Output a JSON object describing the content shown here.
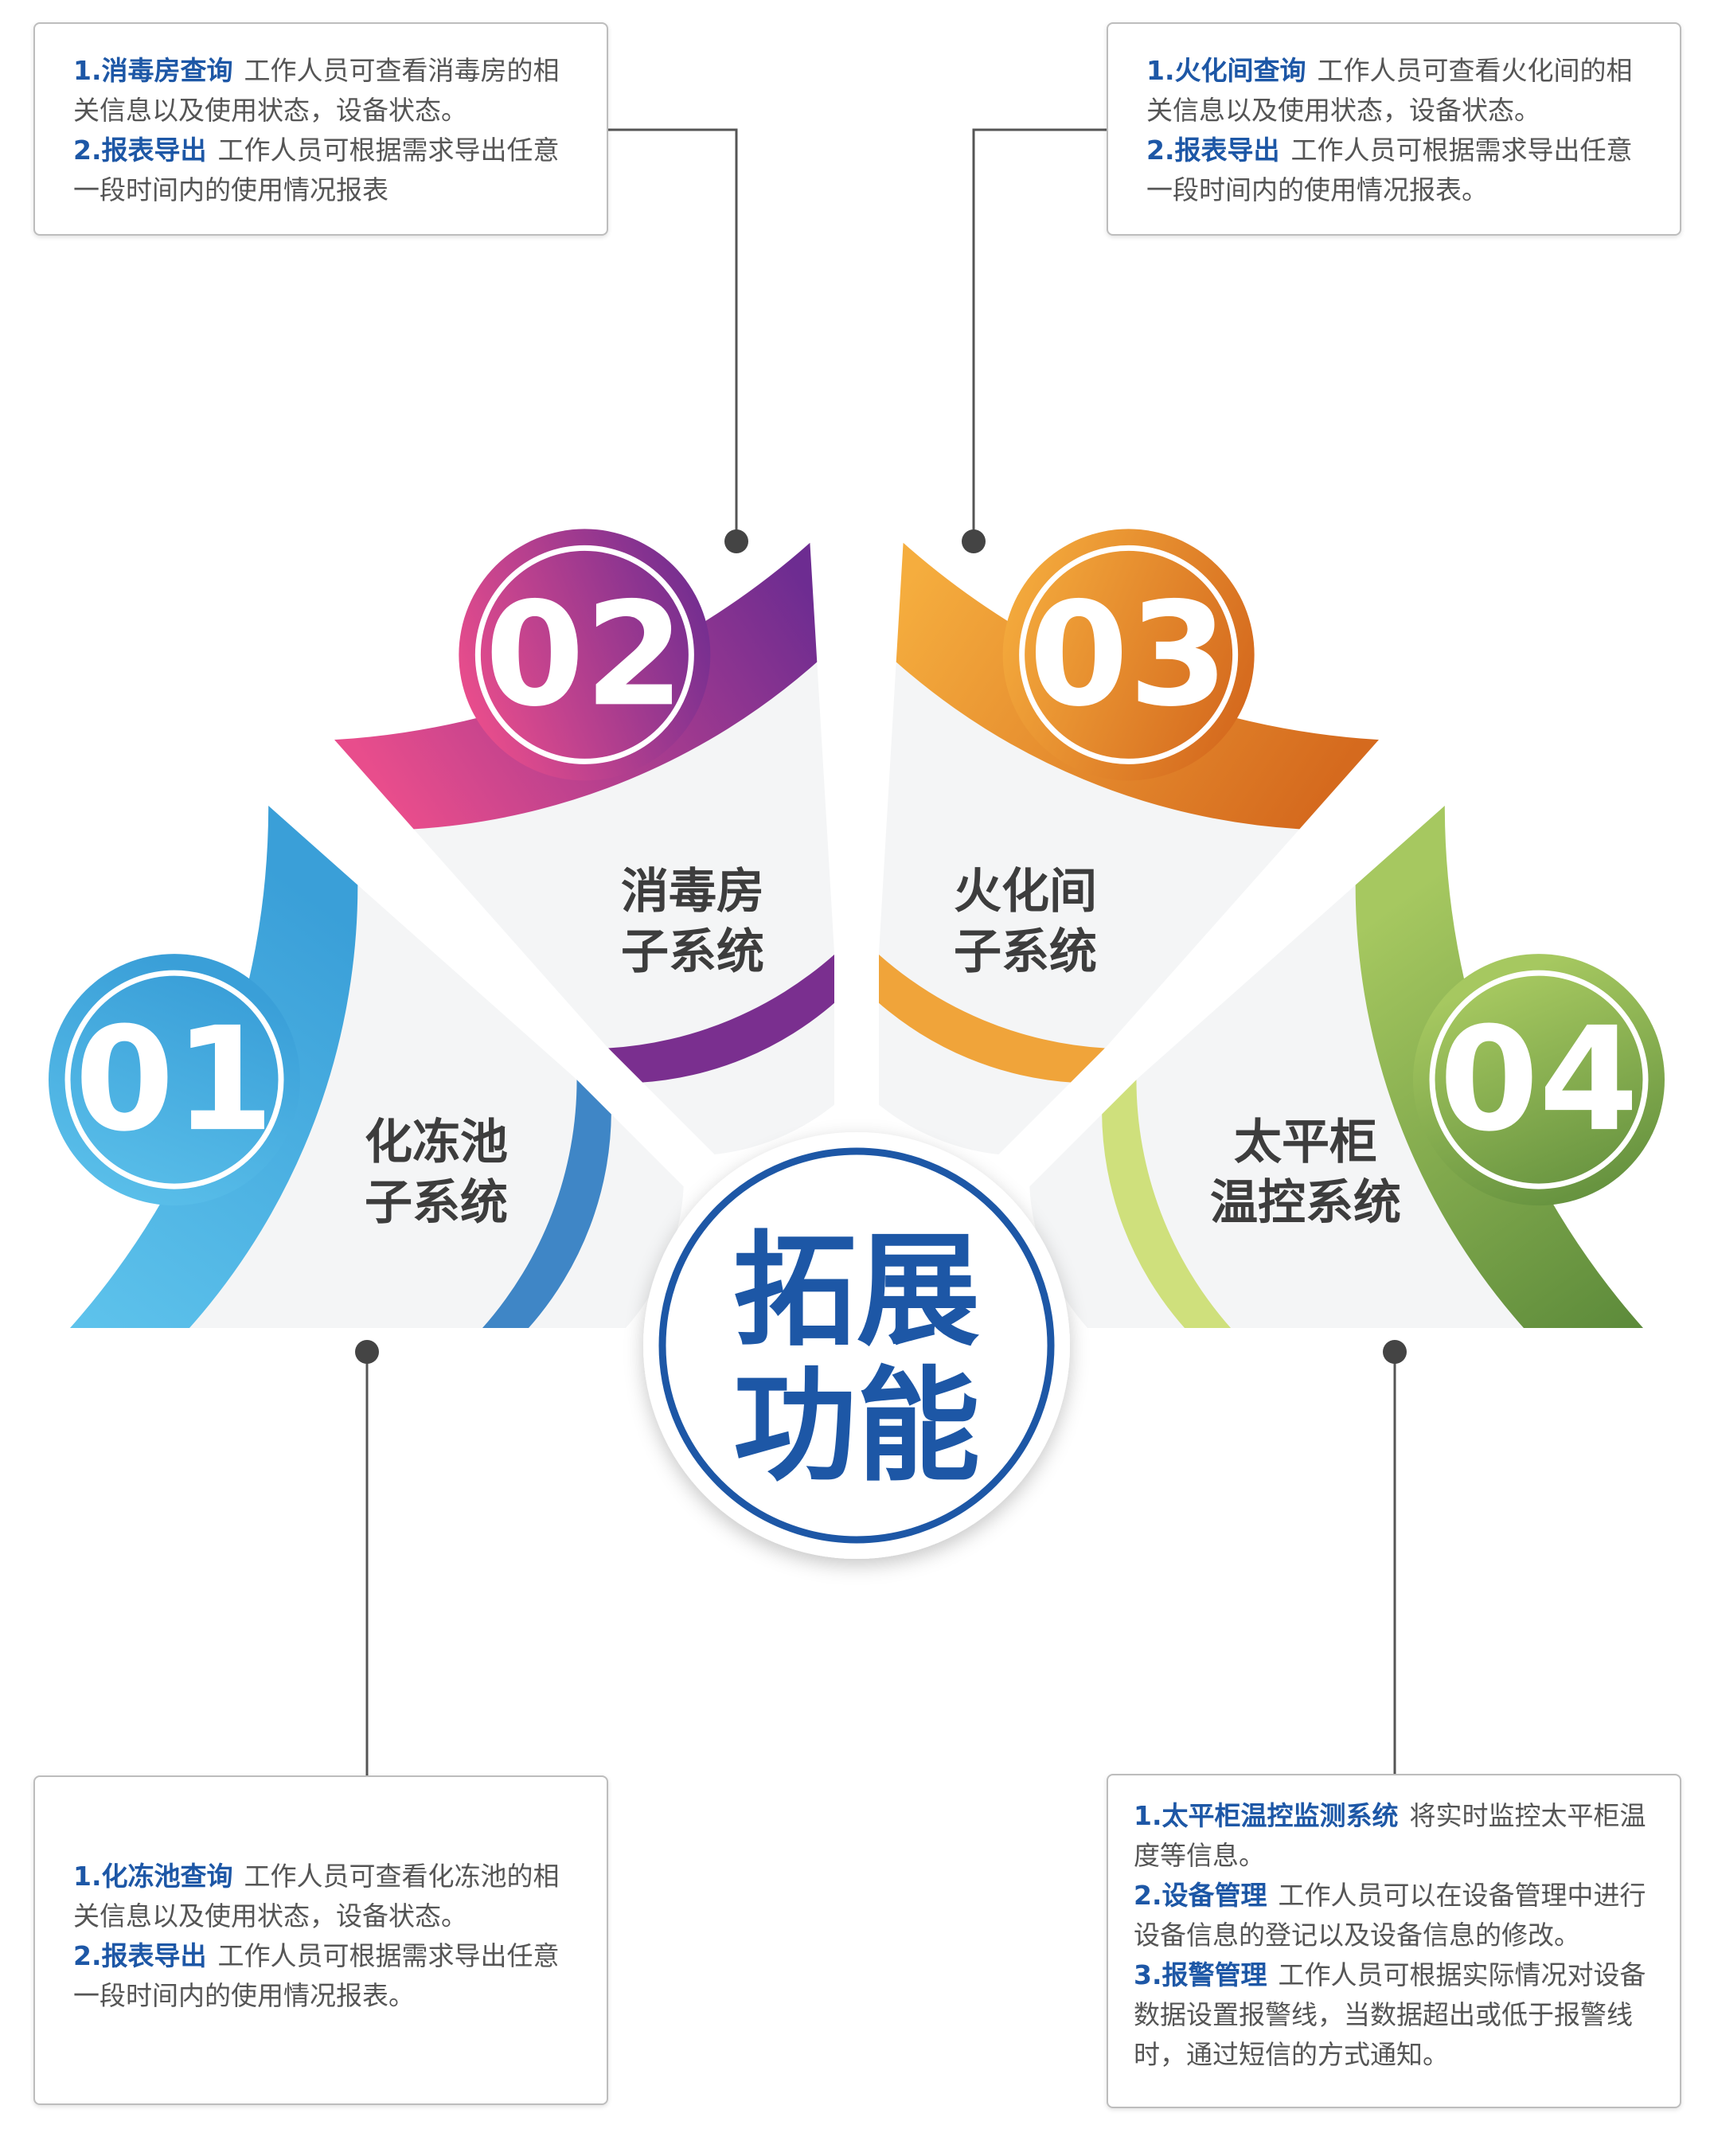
{
  "center": {
    "line1": "拓展",
    "line2": "功能"
  },
  "segments": [
    {
      "number": "01",
      "label_line1": "化冻池",
      "label_line2": "子系统",
      "color_start": "#5ec3ec",
      "color_end": "#3a8fcd"
    },
    {
      "number": "02",
      "label_line1": "消毒房",
      "label_line2": "子系统",
      "color_start": "#e84d8c",
      "color_end": "#6d2c91"
    },
    {
      "number": "03",
      "label_line1": "火化间",
      "label_line2": "子系统",
      "color_start": "#f5ad3e",
      "color_end": "#d56a1e"
    },
    {
      "number": "04",
      "label_line1": "太平柜",
      "label_line2": "温控系统",
      "color_start": "#9ec35e",
      "color_end": "#5c8a3a"
    }
  ],
  "boxes": {
    "disinfection": [
      {
        "title": "1.消毒房查询",
        "text": "工作人员可查看消毒房的相关信息以及使用状态，设备状态。"
      },
      {
        "title": "2.报表导出",
        "text": "工作人员可根据需求导出任意一段时间内的使用情况报表"
      }
    ],
    "cremation": [
      {
        "title": "1.火化间查询",
        "text": "工作人员可查看火化间的相关信息以及使用状态，设备状态。"
      },
      {
        "title": "2.报表导出",
        "text": "工作人员可根据需求导出任意一段时间内的使用情况报表。"
      }
    ],
    "thawing": [
      {
        "title": "1.化冻池查询",
        "text": "工作人员可查看化冻池的相关信息以及使用状态，设备状态。"
      },
      {
        "title": "2.报表导出",
        "text": "工作人员可根据需求导出任意一段时间内的使用情况报表。"
      }
    ],
    "cabinet": [
      {
        "title": "1.太平柜温控监测系统",
        "text": "将实时监控太平柜温度等信息。"
      },
      {
        "title": "2.设备管理",
        "text": "工作人员可以在设备管理中进行设备信息的登记以及设备信息的修改。"
      },
      {
        "title": "3.报警管理",
        "text": "工作人员可根据实际情况对设备数据设置报警线，当数据超出或低于报警线时，通过短信的方式通知。"
      }
    ]
  },
  "colors": {
    "title_blue": "#1d57a6",
    "inner_fill": "#f4f5f6",
    "connector": "#555555"
  }
}
